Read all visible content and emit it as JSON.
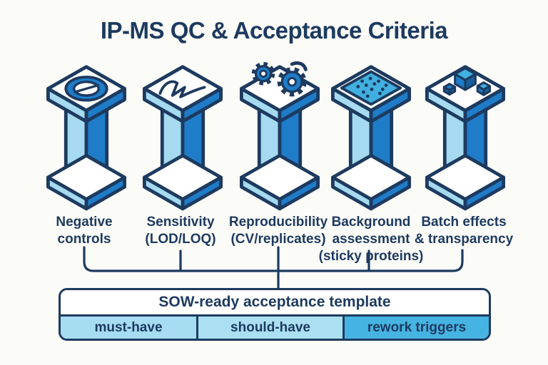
{
  "title": "IP-MS QC & Acceptance Criteria",
  "pillars": [
    {
      "icon": "prohibition-icon",
      "lines": [
        "Negative",
        "controls"
      ]
    },
    {
      "icon": "wave-icon",
      "lines": [
        "Sensitivity",
        "(LOD/LOQ)"
      ]
    },
    {
      "icon": "gears-icon",
      "lines": [
        "Reproducibility",
        "(CV/replicates)"
      ]
    },
    {
      "icon": "dots-icon",
      "lines": [
        "Background",
        "assessment",
        "(sticky proteins)"
      ]
    },
    {
      "icon": "cubes-icon",
      "lines": [
        "Batch effects",
        "& transparency"
      ]
    }
  ],
  "template_box": {
    "title": "SOW-ready acceptance template",
    "cells": [
      {
        "label": "must-have",
        "bg": "#a6ddf1"
      },
      {
        "label": "should-have",
        "bg": "#abe0f2"
      },
      {
        "label": "rework triggers",
        "bg": "#45b4e2"
      }
    ]
  },
  "colors": {
    "navy_outline": "#1d3a5f",
    "light_blue": "#a5daf0",
    "medium_blue": "#1e7cc8",
    "cyan_accent": "#41afe0",
    "background": "#fbfbf8"
  }
}
